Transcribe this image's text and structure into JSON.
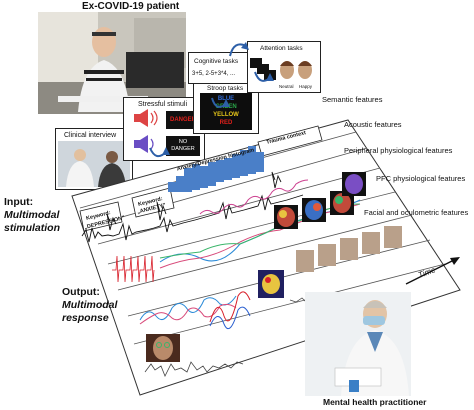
{
  "figure": {
    "patient_title": "Ex-COVID-19 patient",
    "practitioner_title": "Mental health practitioner",
    "input_label": "Input:",
    "input_sub_1": "Multimodal",
    "input_sub_2": "stimulation",
    "output_label": "Output:",
    "output_sub_1": "Multimodal",
    "output_sub_2": "response",
    "time_axis": "Time"
  },
  "stimuli": {
    "clinical_interview": "Clinical interview",
    "stressful_stimuli": "Stressful stimuli",
    "danger": "DANGER",
    "no_danger_1": "NO",
    "no_danger_2": "DANGER",
    "stroop_title": "Stroop tasks",
    "stroop_words": [
      "BLUE",
      "GREEN",
      "YELLOW",
      "RED"
    ],
    "cognitive_title": "Cognitive tasks",
    "cognitive_expr": "3+5, 2-5+3*4, ...",
    "attention_title": "Attention tasks",
    "attention_faces": [
      "Neutral",
      "Happy"
    ],
    "keyword_1": "Keyword:",
    "keyword_1_value": "„DEPRESSION”",
    "keyword_2": "Keyword:",
    "keyword_2_value": "„ANXIETY”",
    "histogram_label": "Anxiety/Depression histogram",
    "trauma_context": "Trauma context"
  },
  "features": [
    "Semantic features",
    "Acoustic features",
    "Peripheral physiological features",
    "PFC physiological features",
    "Facial and oculometric features"
  ],
  "colors": {
    "danger": "#e0201b",
    "stroop_blue": "#2f6bd8",
    "stroop_green": "#2aa84a",
    "stroop_yellow": "#e6c619",
    "stroop_red": "#e0201b",
    "histogram": "#4a7fc8",
    "arrow": "#2d5fa8",
    "pink_signal": "#cc3f8f",
    "ecg": "#d81f2a"
  }
}
